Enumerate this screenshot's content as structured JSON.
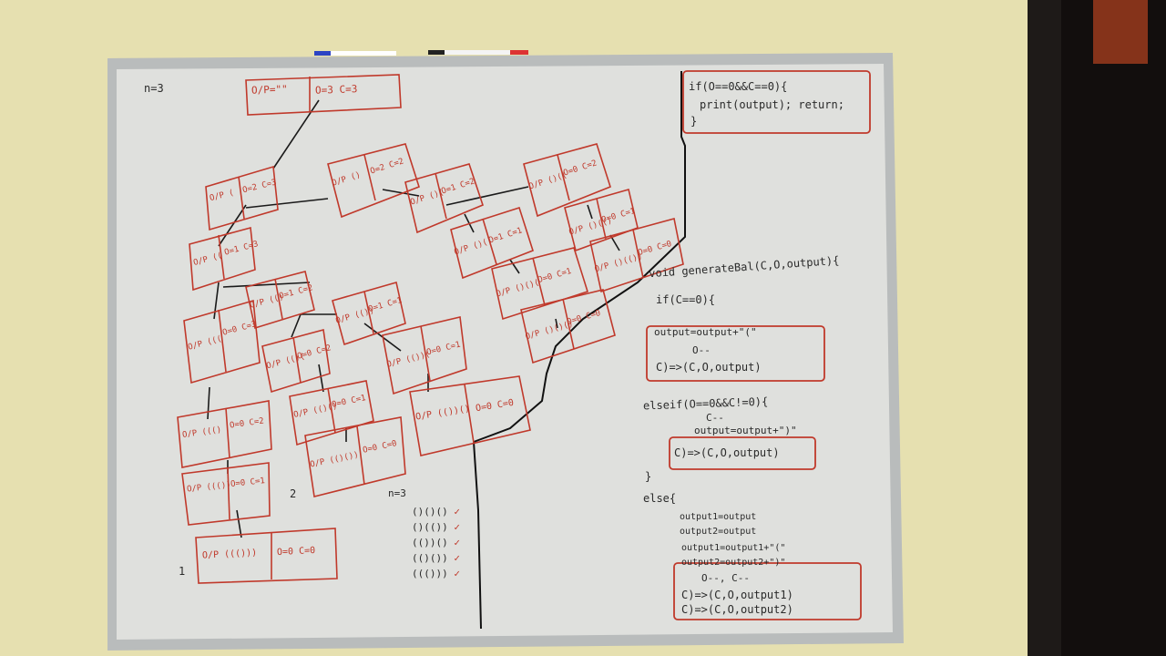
{
  "scene": {
    "description_label": "whiteboard",
    "nodes": [
      {
        "id": "root",
        "op": "O/P=\"\"",
        "state": "O=3 C=3"
      },
      {
        "id": "n1",
        "op": "O/P (",
        "state": "O=2 C=3"
      },
      {
        "id": "n2",
        "op": "O/P ((",
        "state": "O=1 C=3"
      },
      {
        "id": "n3",
        "op": "O/P (((",
        "state": "O=0 C=3"
      },
      {
        "id": "n4",
        "op": "O/P ((()",
        "state": "O=0 C=2"
      },
      {
        "id": "n5",
        "op": "O/P ((())",
        "state": "O=0 C=1"
      },
      {
        "id": "n6",
        "op": "O/P ((()))",
        "state": "O=0 C=0"
      },
      {
        "id": "n7",
        "op": "O/P (()",
        "state": "O=1 C=2"
      },
      {
        "id": "n8",
        "op": "O/P (()(",
        "state": "O=0 C=2"
      },
      {
        "id": "n9",
        "op": "O/P (()()",
        "state": "O=0 C=1"
      },
      {
        "id": "n10",
        "op": "O/P (()())",
        "state": "O=0 C=0"
      },
      {
        "id": "n11",
        "op": "O/P (())",
        "state": "O=1 C=1"
      },
      {
        "id": "n12",
        "op": "O/P (())(",
        "state": "O=0 C=1"
      },
      {
        "id": "n13",
        "op": "O/P (())()",
        "state": "O=0 C=0"
      },
      {
        "id": "n14",
        "op": "O/P ()",
        "state": "O=2 C=2"
      },
      {
        "id": "n15",
        "op": "O/P ()(",
        "state": "O=1 C=2"
      },
      {
        "id": "n16",
        "op": "O/P ()((",
        "state": "O=0 C=2"
      },
      {
        "id": "n17",
        "op": "O/P ()(()",
        "state": "O=0 C=1"
      },
      {
        "id": "n18",
        "op": "O/P ()(())",
        "state": "O=0 C=0"
      },
      {
        "id": "n19",
        "op": "O/P ()()",
        "state": "O=1 C=1"
      },
      {
        "id": "n20",
        "op": "O/P ()()(",
        "state": "O=0 C=1"
      },
      {
        "id": "n21",
        "op": "O/P ()()()",
        "state": "O=0 C=0"
      }
    ],
    "corner_note": "n=3",
    "results_title": "n=3",
    "results": [
      "()()()",
      "()(())",
      "(())()",
      "(()())",
      "((()))"
    ],
    "leaf_numbers": [
      "1",
      "2"
    ],
    "code_top": [
      "if(O==0&&C==0){",
      "print(output); return;",
      "}"
    ],
    "code_main": [
      "void generateBal(C,O,output){",
      "if(C==0){",
      "output=output+\"(\"",
      "O--",
      "C)=>(C,O,output)",
      "elseif(O==0&&C!=0){",
      "C--",
      "output=output+\")\"",
      "C)=>(C,O,output)",
      "}",
      "else{",
      "output1=output",
      "output2=output",
      "output1=output1+\"(\"",
      "output2=output2+\")\"",
      "O--, C--",
      "C)=>(C,O,output1)",
      "C)=>(C,O,output2)"
    ]
  }
}
